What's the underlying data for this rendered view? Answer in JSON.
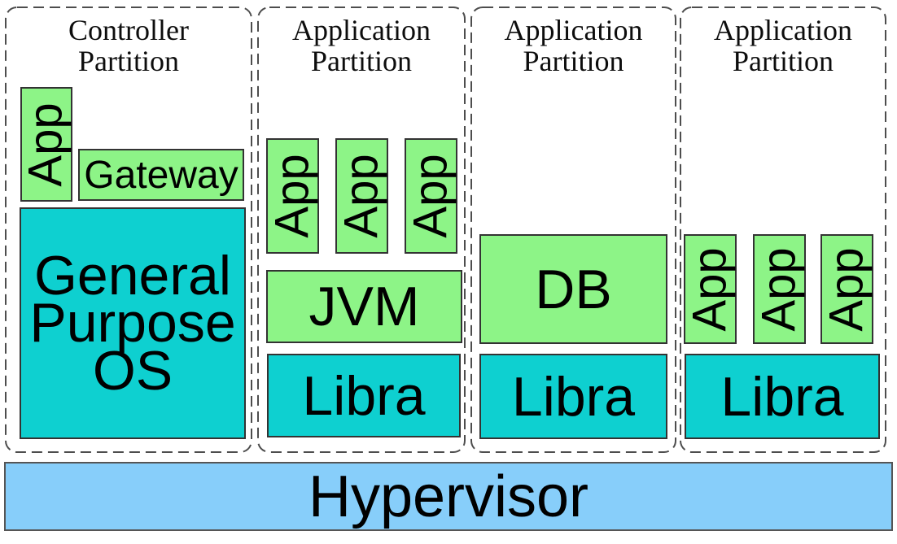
{
  "colors": {
    "app_box_green": "#8df487",
    "os_box_teal": "#0ed0d0",
    "hypervisor_blue": "#87cefa",
    "dashed_border": "#4d4d4d"
  },
  "partitions": {
    "p1": {
      "title": [
        "Controller",
        "Partition"
      ],
      "app": "App",
      "gateway": "Gateway",
      "os_lines": [
        "General",
        "Purpose",
        "OS"
      ]
    },
    "p2": {
      "title": [
        "Application",
        "Partition"
      ],
      "apps": [
        "App",
        "App",
        "App"
      ],
      "jvm": "JVM",
      "libra": "Libra"
    },
    "p3": {
      "title": [
        "Application",
        "Partition"
      ],
      "db": "DB",
      "libra": "Libra"
    },
    "p4": {
      "title": [
        "Application",
        "Partition"
      ],
      "apps": [
        "App",
        "App",
        "App"
      ],
      "libra": "Libra"
    }
  },
  "hypervisor": {
    "label": "Hypervisor"
  }
}
